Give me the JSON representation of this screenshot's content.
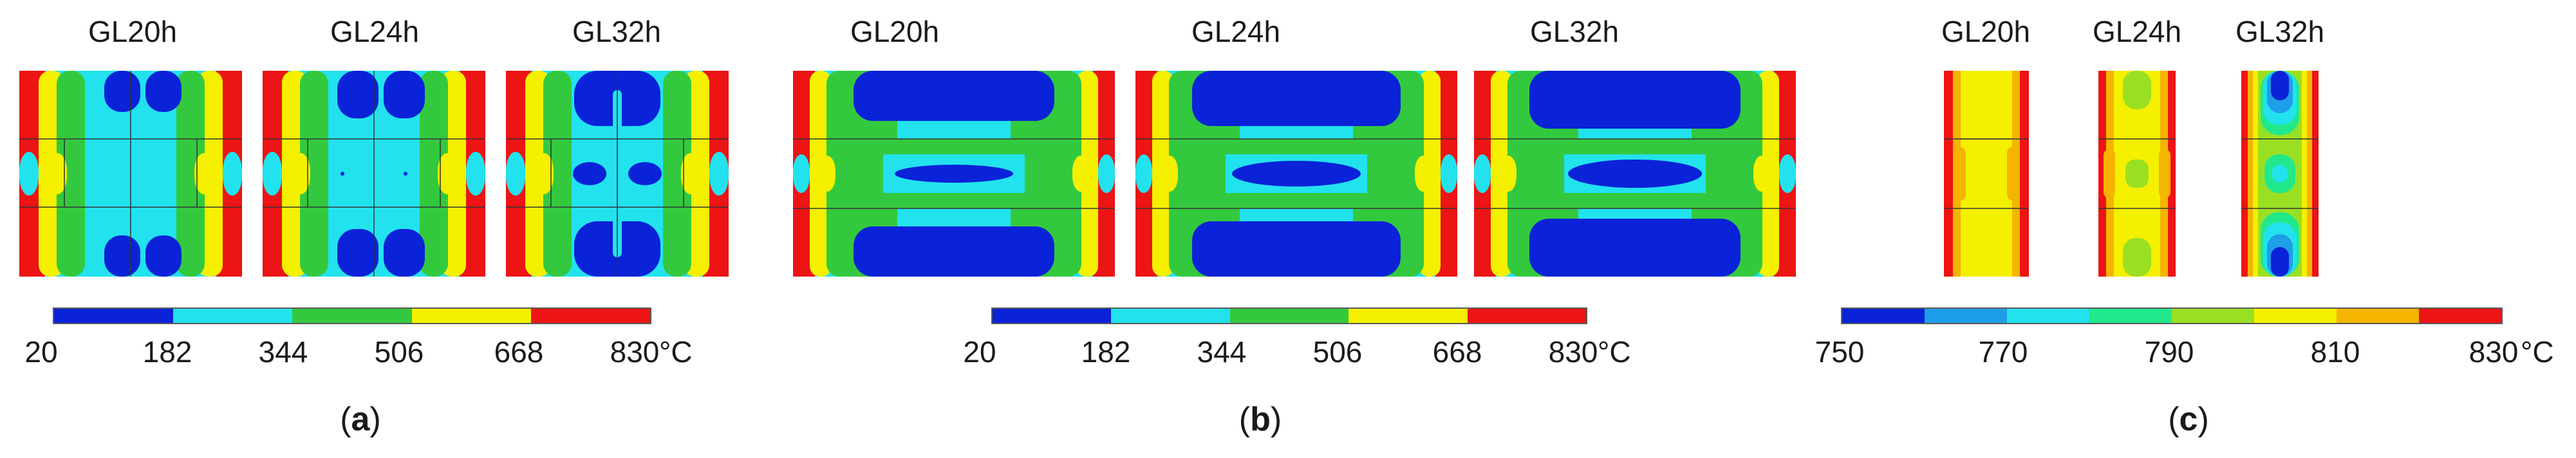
{
  "panels": [
    {
      "id": "a",
      "titles": [
        "GL20h",
        "GL24h",
        "GL32h"
      ],
      "colorbar": {
        "colors": [
          "#0a22d8",
          "#22e2ee",
          "#33c93f",
          "#f4f000",
          "#ec1414"
        ],
        "ticks": [
          "20",
          "182",
          "344",
          "506",
          "668",
          "830"
        ],
        "unit": "°C"
      },
      "caption": {
        "open": "(",
        "letter": "a",
        "close": ")"
      }
    },
    {
      "id": "b",
      "titles": [
        "GL20h",
        "GL24h",
        "GL32h"
      ],
      "colorbar": {
        "colors": [
          "#0a22d8",
          "#22e2ee",
          "#33c93f",
          "#f4f000",
          "#ec1414"
        ],
        "ticks": [
          "20",
          "182",
          "344",
          "506",
          "668",
          "830"
        ],
        "unit": "°C"
      },
      "caption": {
        "open": "(",
        "letter": "b",
        "close": ")"
      }
    },
    {
      "id": "c",
      "titles": [
        "GL20h",
        "GL24h",
        "GL32h"
      ],
      "colorbar": {
        "colors": [
          "#0a22d8",
          "#1e9ee8",
          "#22e2ee",
          "#22e88c",
          "#9ae022",
          "#f4f000",
          "#f4b400",
          "#ec1414"
        ],
        "ticks": [
          "750",
          "770",
          "790",
          "810",
          "830"
        ],
        "unit": "°C"
      },
      "caption": {
        "open": "(",
        "letter": "c",
        "close": ")"
      }
    }
  ]
}
